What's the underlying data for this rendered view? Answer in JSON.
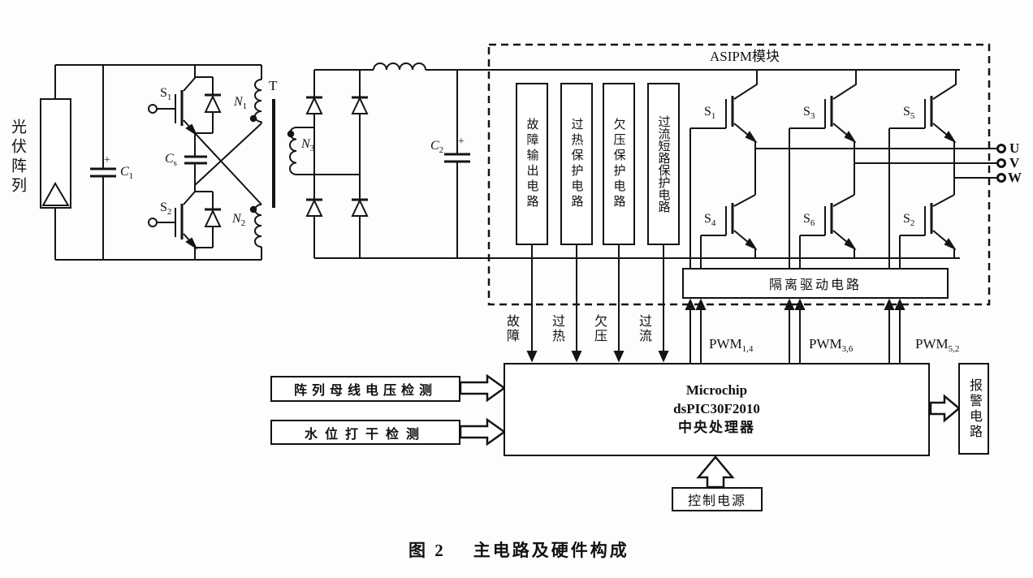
{
  "pv_label": "光伏阵列",
  "labels": {
    "plus": "+",
    "c1": {
      "b": "C",
      "s": "1"
    },
    "cs": {
      "b": "C",
      "s": "s"
    },
    "c2": {
      "b": "C",
      "s": "2"
    },
    "s1": {
      "b": "S",
      "s": "1"
    },
    "s2": {
      "b": "S",
      "s": "2"
    },
    "n1": {
      "b": "N",
      "s": "1"
    },
    "n2": {
      "b": "N",
      "s": "2"
    },
    "n3": {
      "b": "N",
      "s": "3"
    },
    "t": "T"
  },
  "asipm": {
    "title": "ASIPM模块",
    "protection": [
      "故障输出电路",
      "过热保护电路",
      "欠压保护电路",
      "过流短路保护电路"
    ],
    "switches": {
      "s1": {
        "b": "S",
        "s": "1"
      },
      "s3": {
        "b": "S",
        "s": "3"
      },
      "s5": {
        "b": "S",
        "s": "5"
      },
      "s4": {
        "b": "S",
        "s": "4"
      },
      "s6": {
        "b": "S",
        "s": "6"
      },
      "s2": {
        "b": "S",
        "s": "2"
      }
    },
    "drive": "隔离驱动电路",
    "outputs": [
      "U",
      "V",
      "W"
    ]
  },
  "signals": {
    "fault": "故障",
    "overheat": "过热",
    "undervoltage": "欠压",
    "overcurrent": "过流",
    "pwm1": {
      "b": "PWM",
      "s": "1,4"
    },
    "pwm2": {
      "b": "PWM",
      "s": "3,6"
    },
    "pwm3": {
      "b": "PWM",
      "s": "5,2"
    }
  },
  "cpu": {
    "line1": "Microchip",
    "line2": "dsPIC30F2010",
    "line3": "中央处理器"
  },
  "inputs": {
    "bus_voltage": "阵列母线电压检测",
    "water_level": "水位打干检测"
  },
  "alarm": "报警电路",
  "control_power": "控制电源",
  "figure": {
    "caption_prefix": "图 2",
    "caption": "主电路及硬件构成"
  }
}
